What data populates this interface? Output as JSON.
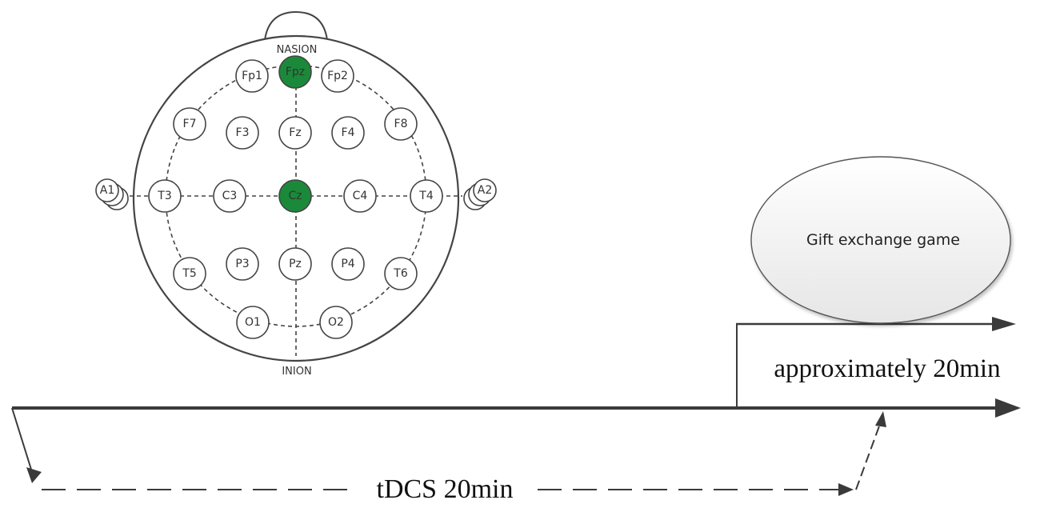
{
  "head_map": {
    "nasion_label": "NASION",
    "inion_label": "INION",
    "ears": [
      "A1",
      "A2"
    ],
    "electrodes": [
      {
        "id": "Fp1",
        "active": false
      },
      {
        "id": "Fpz",
        "active": true
      },
      {
        "id": "Fp2",
        "active": false
      },
      {
        "id": "F7",
        "active": false
      },
      {
        "id": "F3",
        "active": false
      },
      {
        "id": "Fz",
        "active": false
      },
      {
        "id": "F4",
        "active": false
      },
      {
        "id": "F8",
        "active": false
      },
      {
        "id": "T3",
        "active": false
      },
      {
        "id": "C3",
        "active": false
      },
      {
        "id": "Cz",
        "active": true
      },
      {
        "id": "C4",
        "active": false
      },
      {
        "id": "T4",
        "active": false
      },
      {
        "id": "T5",
        "active": false
      },
      {
        "id": "P3",
        "active": false
      },
      {
        "id": "Pz",
        "active": false
      },
      {
        "id": "P4",
        "active": false
      },
      {
        "id": "T6",
        "active": false
      },
      {
        "id": "O1",
        "active": false
      },
      {
        "id": "O2",
        "active": false
      }
    ]
  },
  "timeline": {
    "game_label": "Gift exchange game",
    "game_duration_label": "approximately 20min",
    "tdcs_label": "tDCS 20min"
  },
  "colors": {
    "active_electrode": "#1a8a3a",
    "line": "#3a3a3a"
  }
}
